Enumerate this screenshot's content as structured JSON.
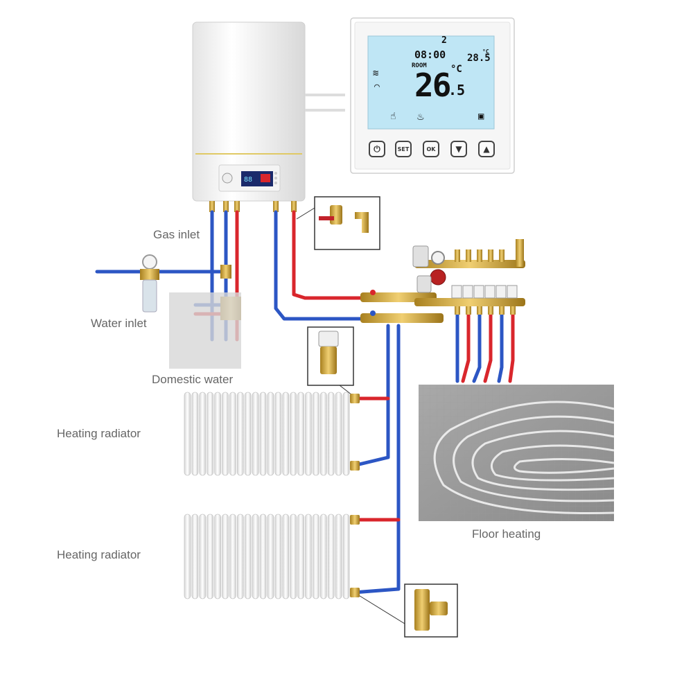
{
  "labels": {
    "gas_inlet": "Gas inlet",
    "water_inlet": "Water inlet",
    "domestic_water": "Domestic water",
    "radiator_top": "Heating radiator",
    "radiator_bottom": "Heating radiator",
    "floor_heating": "Floor heating"
  },
  "thermostat": {
    "program_number": "2",
    "clock": "08:00",
    "room_label": "ROOM",
    "room_temp_main": "26",
    "room_temp_decimal": ".5",
    "unit": "°C",
    "set_temp": "28.5",
    "set_unit": "°C",
    "buttons": {
      "power": "⏻",
      "set": "SET",
      "ok": "OK",
      "down": "▼",
      "up": "▲"
    }
  },
  "boiler": {
    "display": "88"
  },
  "colors": {
    "hot_pipe": "#d9262c",
    "cold_pipe": "#2c56c4",
    "brass": "#c9a24a",
    "lcd": "#bfe6f5",
    "label_text": "#666666"
  }
}
